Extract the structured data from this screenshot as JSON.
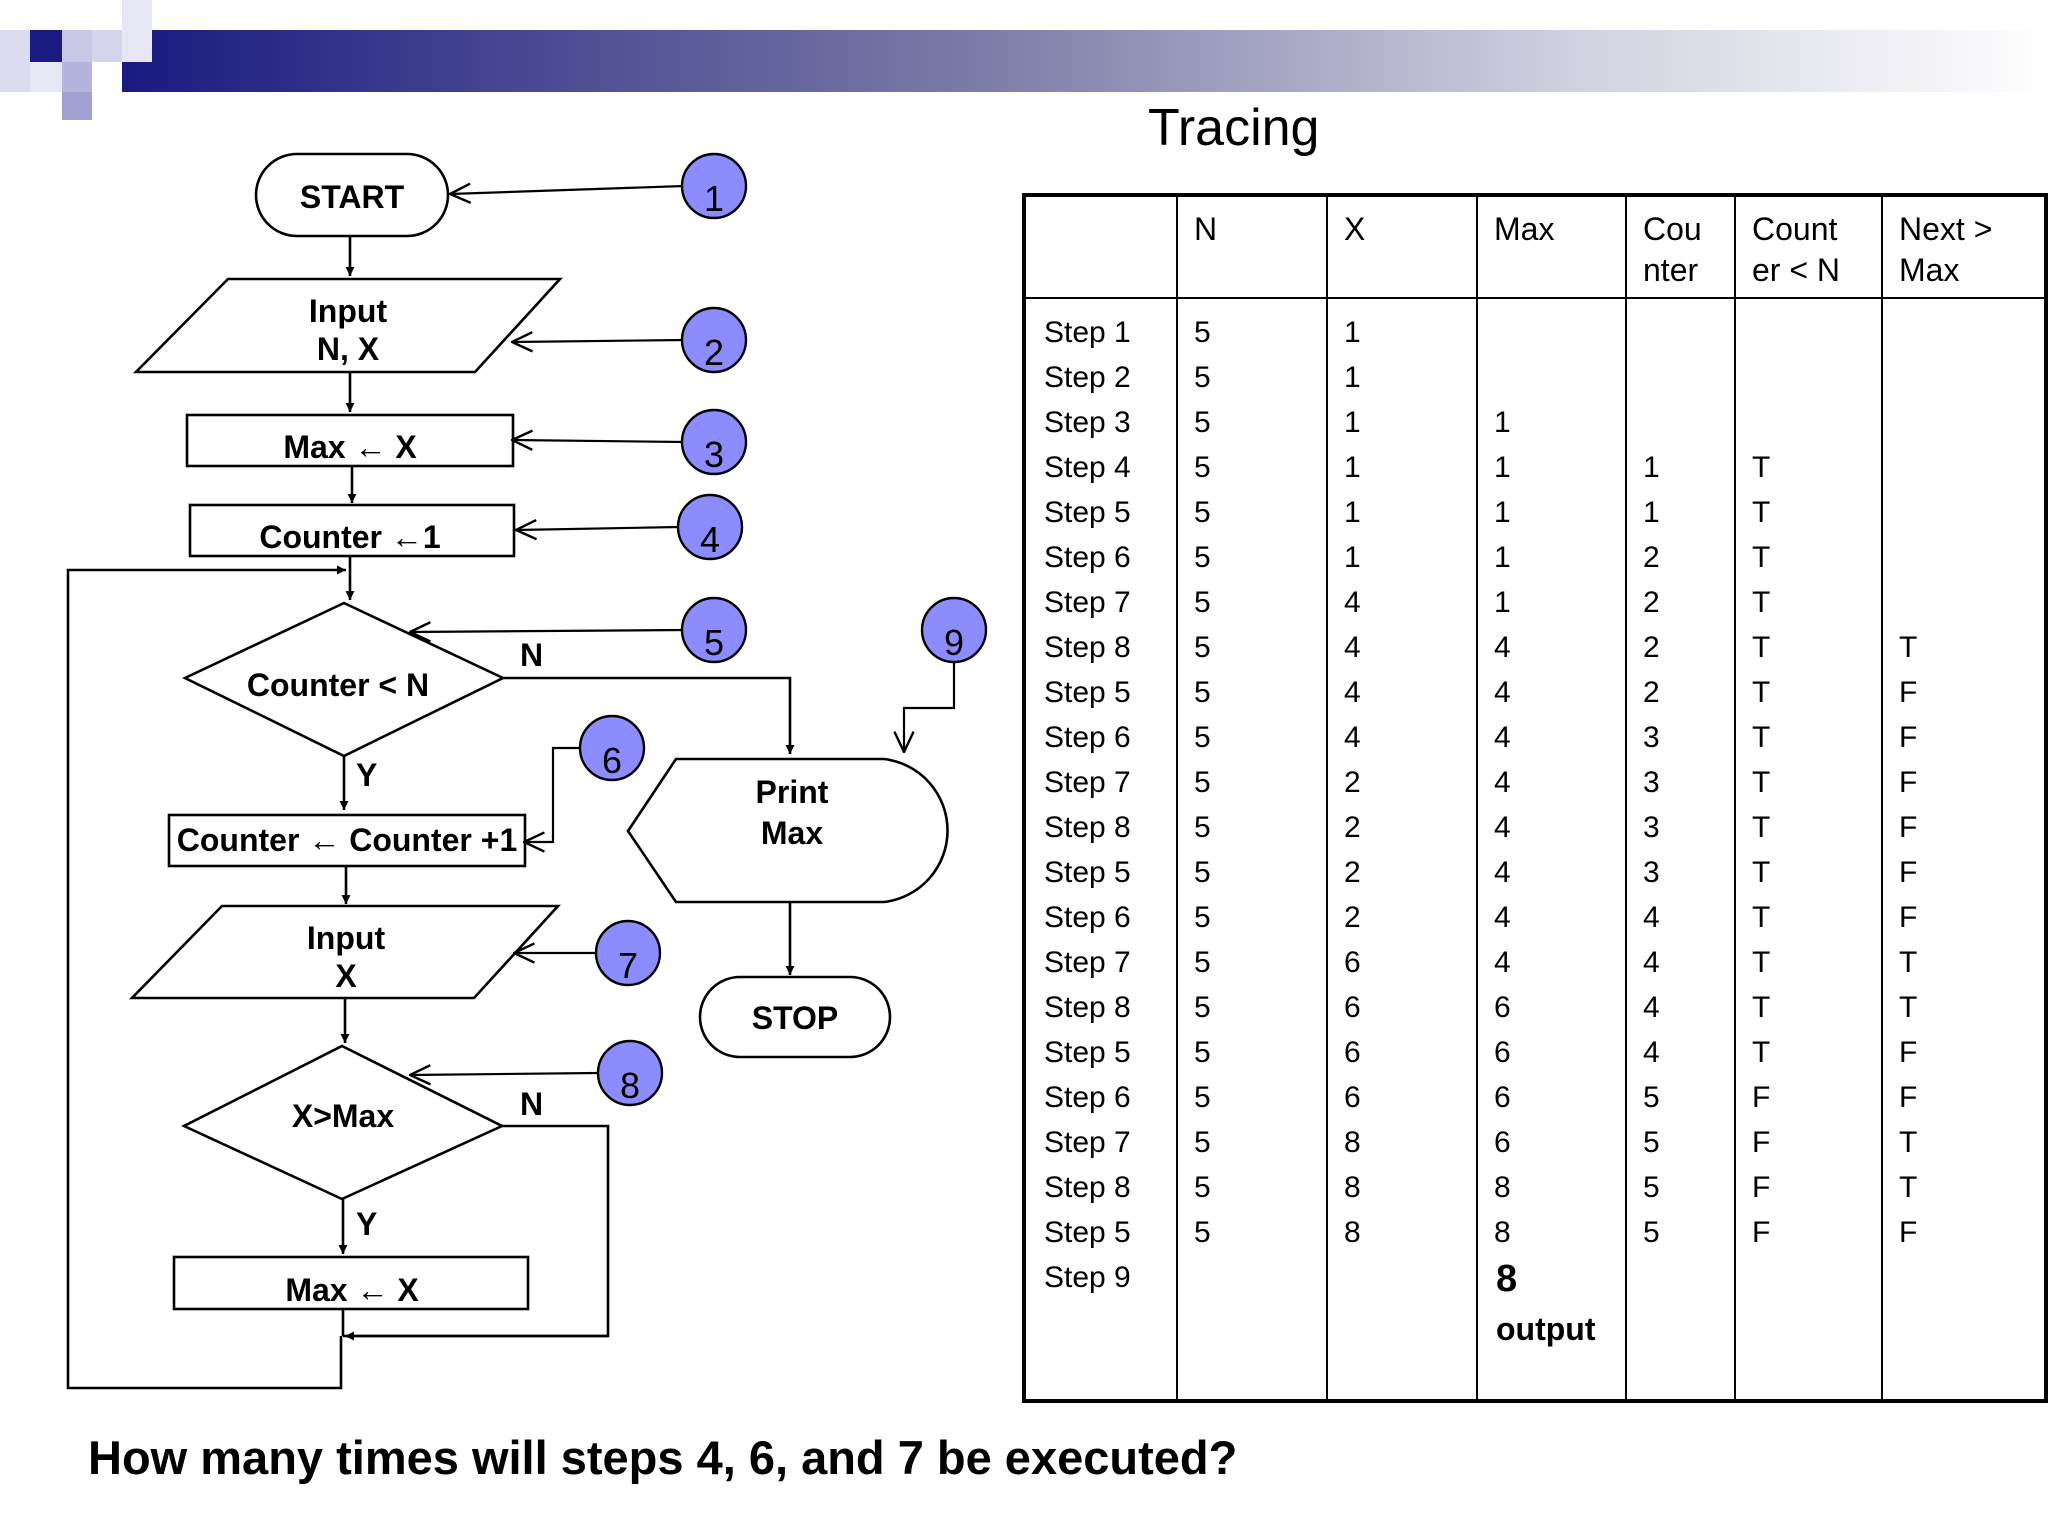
{
  "flowchart": {
    "start": "START",
    "input1_line1": "Input",
    "input1_line2": "N, X",
    "assign_max": "Max ← X",
    "counter_init": "Counter ←1",
    "cond_counter": "Counter < N",
    "cond_counter_no": "N",
    "cond_counter_yes": "Y",
    "counter_inc": "Counter ← Counter +1",
    "input2_line1": "Input",
    "input2_line2": "X",
    "cond_max": "X>Max",
    "cond_max_no": "N",
    "cond_max_yes": "Y",
    "assign_max2": "Max ← X",
    "print_line1": "Print",
    "print_line2": "Max",
    "stop": "STOP",
    "badges": [
      "1",
      "2",
      "3",
      "4",
      "5",
      "6",
      "7",
      "8",
      "9"
    ],
    "badge_color": "#8c8cff"
  },
  "tracing": {
    "title": "Tracing",
    "headers": [
      {
        "line1": "",
        "line2": ""
      },
      {
        "line1": "N",
        "line2": ""
      },
      {
        "line1": "X",
        "line2": ""
      },
      {
        "line1": "Max",
        "line2": ""
      },
      {
        "line1": "Cou",
        "line2": "nter"
      },
      {
        "line1": "Count",
        "line2": "er < N"
      },
      {
        "line1": "Next >",
        "line2": "Max"
      }
    ],
    "rows": [
      [
        "Step 1",
        "5",
        "1",
        "",
        "",
        "",
        ""
      ],
      [
        "Step 2",
        "5",
        "1",
        "",
        "",
        "",
        ""
      ],
      [
        "Step 3",
        "5",
        "1",
        "1",
        "",
        "",
        ""
      ],
      [
        "Step 4",
        "5",
        "1",
        "1",
        "1",
        "T",
        ""
      ],
      [
        "Step 5",
        "5",
        "1",
        "1",
        "1",
        "T",
        ""
      ],
      [
        "Step 6",
        "5",
        "1",
        "1",
        "2",
        "T",
        ""
      ],
      [
        "Step 7",
        "5",
        "4",
        "1",
        "2",
        "T",
        ""
      ],
      [
        "Step 8",
        "5",
        "4",
        "4",
        "2",
        "T",
        "T"
      ],
      [
        "Step 5",
        "5",
        "4",
        "4",
        "2",
        "T",
        "F"
      ],
      [
        "Step 6",
        "5",
        "4",
        "4",
        "3",
        "T",
        "F"
      ],
      [
        "Step 7",
        "5",
        "2",
        "4",
        "3",
        "T",
        "F"
      ],
      [
        "Step 8",
        "5",
        "2",
        "4",
        "3",
        "T",
        "F"
      ],
      [
        "Step 5",
        "5",
        "2",
        "4",
        "3",
        "T",
        "F"
      ],
      [
        "Step 6",
        "5",
        "2",
        "4",
        "4",
        "T",
        "F"
      ],
      [
        "Step 7",
        "5",
        "6",
        "4",
        "4",
        "T",
        "T"
      ],
      [
        "Step 8",
        "5",
        "6",
        "6",
        "4",
        "T",
        "T"
      ],
      [
        "Step 5",
        "5",
        "6",
        "6",
        "4",
        "T",
        "F"
      ],
      [
        "Step 6",
        "5",
        "6",
        "6",
        "5",
        "F",
        "F"
      ],
      [
        "Step 7",
        "5",
        "8",
        "6",
        "5",
        "F",
        "T"
      ],
      [
        "Step 8",
        "5",
        "8",
        "8",
        "5",
        "F",
        "T"
      ],
      [
        "Step 5",
        "5",
        "8",
        "8",
        "5",
        "F",
        "F"
      ],
      [
        "Step 9",
        "",
        "",
        "",
        "",
        "",
        ""
      ]
    ],
    "output_value": "8",
    "output_label": "output"
  },
  "question": "How many times will steps 4, 6, and 7 be executed?",
  "colors": {
    "banner_dark": "#1a1a80",
    "badge": "#8c8cff"
  }
}
